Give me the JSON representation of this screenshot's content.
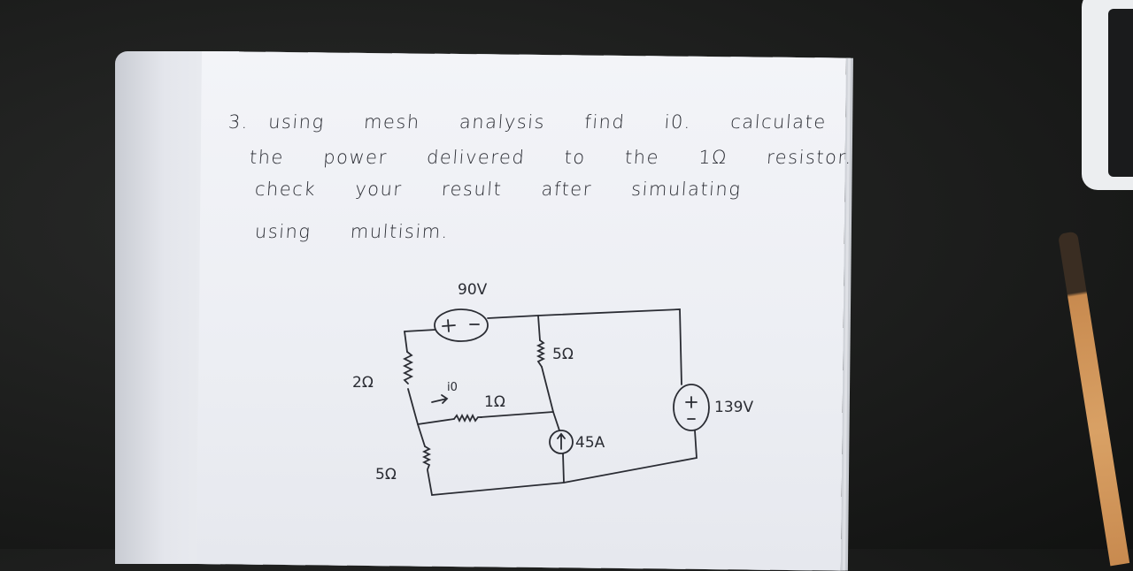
{
  "problem": {
    "lines": [
      "3. using  mesh  analysis  find  i0.  calculate",
      "the  power  delivered  to  the  1Ω  resistor.",
      "check  your  result  after  simulating",
      "using  multisim."
    ]
  },
  "circuit": {
    "source_90v": "90V",
    "source_90v_plus": "+",
    "source_90v_minus": "−",
    "r_2": "2Ω",
    "r_5_top": "5Ω",
    "r_1": "1Ω",
    "r_5_bottom": "5Ω",
    "current_label": "i0",
    "current_arrow": "→",
    "current_source": "45A",
    "source_139v": "139V",
    "source_139v_plus": "+",
    "source_139v_minus": "−"
  },
  "colors": {
    "ink": "#2a2c33",
    "paper": "#eef0f4",
    "table": "#1b1c1b"
  }
}
